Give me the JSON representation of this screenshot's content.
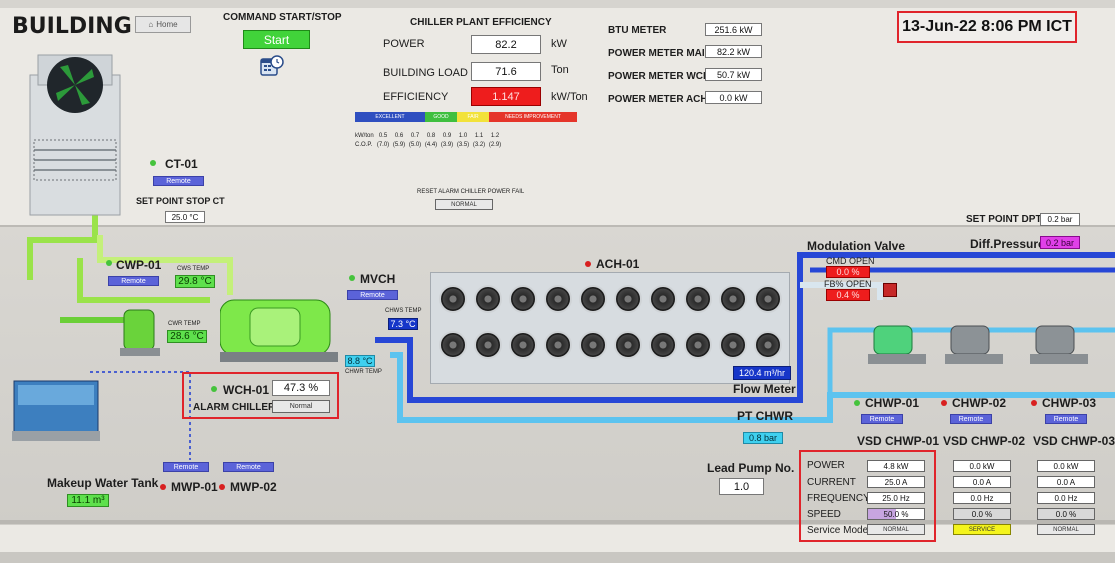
{
  "header": {
    "title": "BUILDING B",
    "home_label": "Home",
    "datetime": "13-Jun-22 8:06 PM ICT"
  },
  "command": {
    "label": "COMMAND START/STOP",
    "start_label": "Start"
  },
  "efficiency": {
    "title": "CHILLER PLANT EFFICIENCY",
    "power_label": "POWER",
    "power_value": "82.2",
    "power_unit": "kW",
    "load_label": "BUILDING LOAD",
    "load_value": "71.6",
    "load_unit": "Ton",
    "eff_label": "EFFICIENCY",
    "eff_value": "1.147",
    "eff_unit": "kW/Ton",
    "scale_bands": [
      {
        "label": "EXCELLENT",
        "color": "#2f4fc0"
      },
      {
        "label": "GOOD",
        "color": "#3fbf3f"
      },
      {
        "label": "FAIR",
        "color": "#f2e23a"
      },
      {
        "label": "NEEDS IMPROVEMENT",
        "color": "#e5352a"
      }
    ],
    "scale_kw_label": "kW/ton",
    "scale_cop_label": "C.O.P.",
    "scale_kw": [
      "0.5",
      "0.6",
      "0.7",
      "0.8",
      "0.9",
      "1.0",
      "1.1",
      "1.2"
    ],
    "scale_cop": [
      "(7.0)",
      "(5.9)",
      "(5.0)",
      "(4.4)",
      "(3.9)",
      "(3.5)",
      "(3.2)",
      "(2.9)"
    ]
  },
  "meters": {
    "btu_label": "BTU METER",
    "btu_value": "251.6 kW",
    "pm_main_label": "POWER METER MAIN",
    "pm_main_value": "82.2 kW",
    "pm_wch_label": "POWER METER WCH",
    "pm_wch_value": "50.7 kW",
    "pm_ach_label": "POWER METER ACH",
    "pm_ach_value": "0.0 kW"
  },
  "reset_alarm": {
    "label": "RESET ALARM CHILLER POWER FAIL",
    "value": "NORMAL"
  },
  "ct01": {
    "name": "CT-01",
    "mode": "Remote",
    "setpoint_label": "SET POINT STOP CT",
    "setpoint_value": "25.0 °C"
  },
  "cwp01": {
    "name": "CWP-01",
    "mode": "Remote",
    "cws_label": "CWS TEMP",
    "cws_value": "29.8 °C",
    "cwr_label": "CWR TEMP",
    "cwr_value": "28.6 °C"
  },
  "mvch": {
    "name": "MVCH",
    "mode": "Remote",
    "chws_label": "CHWS TEMP",
    "chws_value": "7.3 °C",
    "chwr_label": "CHWR TEMP",
    "chwr_value": "8.8 °C"
  },
  "wch01": {
    "name": "WCH-01",
    "load": "47.3 %",
    "alarm_label": "ALARM CHILLER",
    "alarm_value": "Normal"
  },
  "ach01": {
    "name": "ACH-01"
  },
  "flow": {
    "value": "120.4 m³/hr",
    "label": "Flow Meter"
  },
  "modulation": {
    "label": "Modulation Valve",
    "cmd_label": "CMD OPEN",
    "cmd_value": "0.0 %",
    "fb_label": "FB% OPEN",
    "fb_value": "0.4 %"
  },
  "dpt": {
    "setpoint_label": "SET POINT DPT",
    "setpoint_value": "0.2 bar",
    "diff_label": "Diff.Pressure",
    "diff_value": "0.2 bar"
  },
  "pt_chwr": {
    "label": "PT CHWR",
    "value": "0.8 bar"
  },
  "lead_pump": {
    "label": "Lead Pump No.",
    "value": "1.0"
  },
  "makeup": {
    "label": "Makeup Water Tank",
    "value": "11.1 m³",
    "mwp01": "MWP-01",
    "mwp02": "MWP-02",
    "mwp01_mode": "Remote",
    "mwp02_mode": "Remote"
  },
  "chwp": [
    {
      "name": "CHWP-01",
      "mode": "Remote"
    },
    {
      "name": "CHWP-02",
      "mode": "Remote"
    },
    {
      "name": "CHWP-03",
      "mode": "Remote"
    }
  ],
  "vsd": {
    "row_labels": [
      "POWER",
      "CURRENT",
      "FREQUENCY",
      "SPEED",
      "Service Mode"
    ],
    "units": [
      {
        "title": "VSD CHWP-01",
        "power": "4.8 kW",
        "current": "25.0 A",
        "freq": "25.0 Hz",
        "speed": "50.0 %",
        "speed_fraction": 0.5,
        "mode": "NORMAL"
      },
      {
        "title": "VSD CHWP-02",
        "power": "0.0 kW",
        "current": "0.0 A",
        "freq": "0.0 Hz",
        "speed": "0.0 %",
        "speed_fraction": 0.0,
        "mode": "SERVICE"
      },
      {
        "title": "VSD CHWP-03",
        "power": "0.0 kW",
        "current": "0.0 A",
        "freq": "0.0 Hz",
        "speed": "0.0 %",
        "speed_fraction": 0.0,
        "mode": "NORMAL"
      }
    ]
  },
  "colors": {
    "alarm_red": "#e0242b",
    "remote_blue": "#5b63d9",
    "run_green": "#41d33a",
    "service_yellow": "#f4f41c"
  }
}
